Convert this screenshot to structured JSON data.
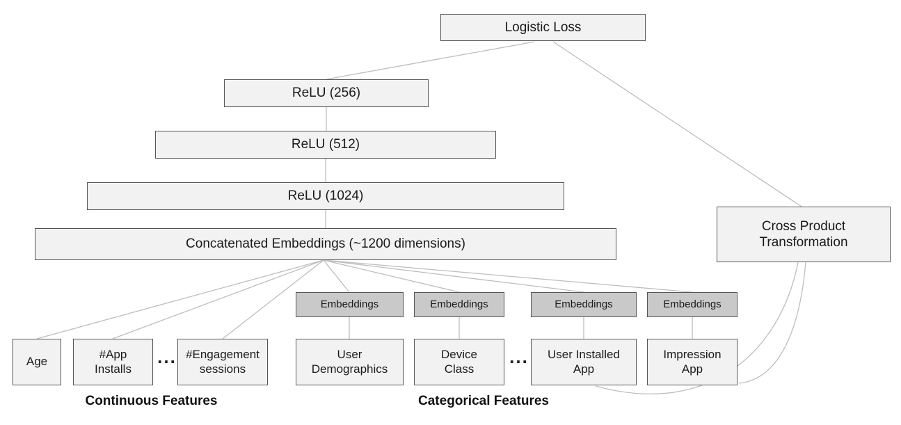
{
  "diagram": {
    "nodes": {
      "logistic_loss": "Logistic Loss",
      "relu_256": "ReLU (256)",
      "relu_512": "ReLU (512)",
      "relu_1024": "ReLU (1024)",
      "concatenated_embeddings": "Concatenated Embeddings (~1200 dimensions)",
      "cross_product_transformation": "Cross Product Transformation",
      "embeddings_user_demographics": "Embeddings",
      "embeddings_device_class": "Embeddings",
      "embeddings_user_installed_app": "Embeddings",
      "embeddings_impression_app": "Embeddings",
      "age": "Age",
      "app_installs": "#App Installs",
      "engagement_sessions": "#Engagement sessions",
      "user_demographics": "User Demographics",
      "device_class": "Device Class",
      "user_installed_app": "User Installed App",
      "impression_app": "Impression App",
      "ellipsis_continuous": "...",
      "ellipsis_categorical": "..."
    },
    "section_labels": {
      "continuous": "Continuous Features",
      "categorical": "Categorical Features"
    },
    "colors": {
      "box_fill": "#f2f2f2",
      "embedding_fill": "#c9c9c9",
      "box_border": "#555555",
      "edge": "#bdbdbd",
      "text": "#1a1a1a"
    }
  }
}
